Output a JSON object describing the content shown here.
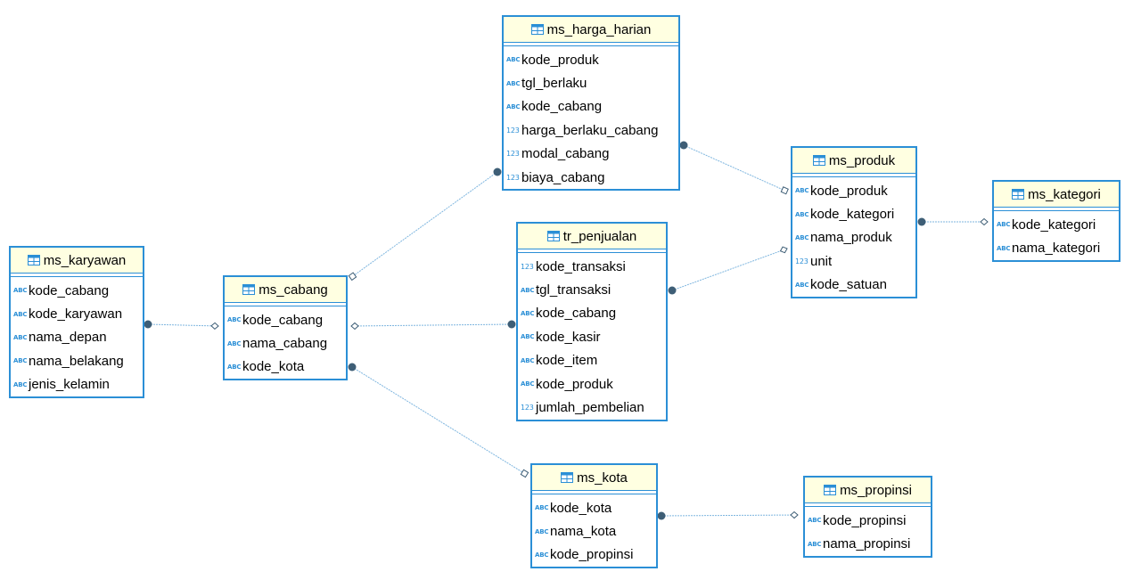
{
  "theme": {
    "border": "#2b8fd6",
    "header_bg": "#ffffe1",
    "link": "#7fb6df",
    "endpoint": "#3e5e76",
    "icon_color": "#2b8fd6"
  },
  "entities": [
    {
      "id": "ms_karyawan",
      "title": "ms_karyawan",
      "icon": "table-icon",
      "attributes": [
        {
          "name": "kode_cabang",
          "type": "ABC"
        },
        {
          "name": "kode_karyawan",
          "type": "ABC"
        },
        {
          "name": "nama_depan",
          "type": "ABC"
        },
        {
          "name": "nama_belakang",
          "type": "ABC"
        },
        {
          "name": "jenis_kelamin",
          "type": "ABC"
        }
      ]
    },
    {
      "id": "ms_cabang",
      "title": "ms_cabang",
      "icon": "table-icon",
      "attributes": [
        {
          "name": "kode_cabang",
          "type": "ABC"
        },
        {
          "name": "nama_cabang",
          "type": "ABC"
        },
        {
          "name": "kode_kota",
          "type": "ABC"
        }
      ]
    },
    {
      "id": "ms_harga_harian",
      "title": "ms_harga_harian",
      "icon": "table-icon",
      "attributes": [
        {
          "name": "kode_produk",
          "type": "ABC"
        },
        {
          "name": "tgl_berlaku",
          "type": "ABC"
        },
        {
          "name": "kode_cabang",
          "type": "ABC"
        },
        {
          "name": "harga_berlaku_cabang",
          "type": "123"
        },
        {
          "name": "modal_cabang",
          "type": "123"
        },
        {
          "name": "biaya_cabang",
          "type": "123"
        }
      ]
    },
    {
      "id": "tr_penjualan",
      "title": "tr_penjualan",
      "icon": "table-icon",
      "attributes": [
        {
          "name": "kode_transaksi",
          "type": "123"
        },
        {
          "name": "tgl_transaksi",
          "type": "ABC"
        },
        {
          "name": "kode_cabang",
          "type": "ABC"
        },
        {
          "name": "kode_kasir",
          "type": "ABC"
        },
        {
          "name": "kode_item",
          "type": "ABC"
        },
        {
          "name": "kode_produk",
          "type": "ABC"
        },
        {
          "name": "jumlah_pembelian",
          "type": "123"
        }
      ]
    },
    {
      "id": "ms_produk",
      "title": "ms_produk",
      "icon": "table-icon",
      "attributes": [
        {
          "name": "kode_produk",
          "type": "ABC"
        },
        {
          "name": "kode_kategori",
          "type": "ABC"
        },
        {
          "name": "nama_produk",
          "type": "ABC"
        },
        {
          "name": "unit",
          "type": "123"
        },
        {
          "name": "kode_satuan",
          "type": "ABC"
        }
      ]
    },
    {
      "id": "ms_kategori",
      "title": "ms_kategori",
      "icon": "table-icon",
      "attributes": [
        {
          "name": "kode_kategori",
          "type": "ABC"
        },
        {
          "name": "nama_kategori",
          "type": "ABC"
        }
      ]
    },
    {
      "id": "ms_kota",
      "title": "ms_kota",
      "icon": "table-icon",
      "attributes": [
        {
          "name": "kode_kota",
          "type": "ABC"
        },
        {
          "name": "nama_kota",
          "type": "ABC"
        },
        {
          "name": "kode_propinsi",
          "type": "ABC"
        }
      ]
    },
    {
      "id": "ms_propinsi",
      "title": "ms_propinsi",
      "icon": "table-icon",
      "attributes": [
        {
          "name": "kode_propinsi",
          "type": "ABC"
        },
        {
          "name": "nama_propinsi",
          "type": "ABC"
        }
      ]
    }
  ],
  "relationships": [
    {
      "id": "rel-karyawan-cabang",
      "from": "ms_karyawan",
      "to": "ms_cabang"
    },
    {
      "id": "rel-harga-cabang",
      "from": "ms_harga_harian",
      "to": "ms_cabang"
    },
    {
      "id": "rel-penjualan-cabang",
      "from": "tr_penjualan",
      "to": "ms_cabang"
    },
    {
      "id": "rel-cabang-kota",
      "from": "ms_cabang",
      "to": "ms_kota"
    },
    {
      "id": "rel-harga-produk",
      "from": "ms_harga_harian",
      "to": "ms_produk"
    },
    {
      "id": "rel-penjualan-produk",
      "from": "tr_penjualan",
      "to": "ms_produk"
    },
    {
      "id": "rel-produk-kategori",
      "from": "ms_produk",
      "to": "ms_kategori"
    },
    {
      "id": "rel-kota-propinsi",
      "from": "ms_kota",
      "to": "ms_propinsi"
    }
  ]
}
